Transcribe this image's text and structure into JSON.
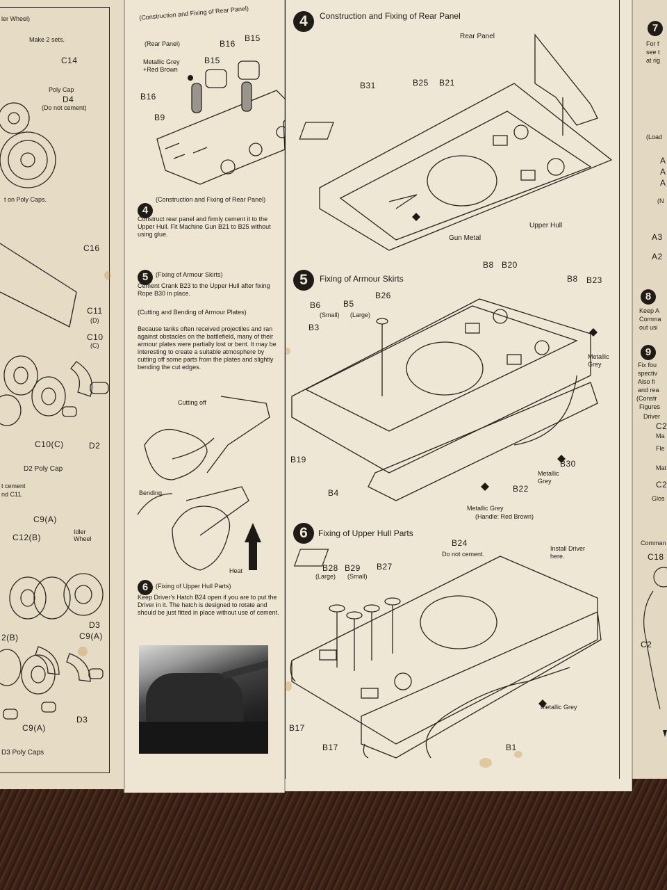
{
  "left_panel": {
    "labels": [
      "ler Wheel)",
      "Make 2 sets.",
      "C14",
      "Poly Cap",
      "D4",
      "(Do not cement)",
      "t on Poly Caps.",
      "C16",
      "C11",
      "(D)",
      "C10",
      "(C)",
      "C10(C)",
      "D2",
      "D2 Poly Cap",
      "t cement",
      "nd C11.",
      "C9(A)",
      "C12(B)",
      "Idler",
      "Wheel",
      "D3",
      "2(B)",
      "C9(A)",
      "D3",
      "C9(A)",
      "D3 Poly Caps"
    ]
  },
  "middle_panel": {
    "top_title": "(Construction and Fixing of Rear Panel)",
    "top_sub": "(Rear Panel)",
    "paint": "Metallic Grey +Red Brown",
    "parts": [
      "B16",
      "B15",
      "B15",
      "B16",
      "B9"
    ],
    "step4": {
      "num": "4",
      "title": "(Construction and Fixing of Rear Panel)",
      "body": "Construct rear panel and firmly cement it to the Upper Hull. Fit Machine Gun B21 to B25 without using glue."
    },
    "step5": {
      "num": "5",
      "title": "(Fixing of Armour Skirts)",
      "body": "Cement Crank B23 to the Upper Hull after fixing Rope B30 in place.",
      "sub_title": "(Cutting and Bending of Armour Plates)",
      "sub_body": "Because tanks often received projectiles and ran against obstacles on the battlefield, many of their armour plates were partially lost or bent. It may be interesting to create a suitable atmosphere by cutting off some parts from the plates and slightly bending the cut edges.",
      "cutting_label": "Cutting off",
      "bending_label": "Bending",
      "heat_label": "Heat"
    },
    "step6": {
      "num": "6",
      "title": "(Fixing of Upper Hull Parts)",
      "body": "Keep Driver's Hatch B24 open if you are to put the Driver in it. The hatch is designed to rotate and should be just fitted in place without use of cement."
    }
  },
  "right_panel": {
    "step4": {
      "num": "4",
      "title": "Construction and Fixing of Rear Panel",
      "labels": [
        "Rear Panel",
        "B31",
        "B25",
        "B21",
        "Gun Metal",
        "Upper Hull"
      ]
    },
    "step5": {
      "num": "5",
      "title": "Fixing of Armour Skirts",
      "labels": [
        "B8",
        "B20",
        "B8",
        "B23",
        "B6",
        "B5",
        "B26",
        "(Small)",
        "(Large)",
        "B3",
        "Metallic Grey",
        "B19",
        "B30",
        "Metallic Grey",
        "B4",
        "B22",
        "Metallic Grey",
        "(Handle: Red Brown)"
      ]
    },
    "step6": {
      "num": "6",
      "title": "Fixing of Upper Hull Parts",
      "labels": [
        "B24",
        "Do not cement.",
        "Install Driver here.",
        "B28",
        "B29",
        "B27",
        "(Large)",
        "(Small)",
        "B17",
        "Metallic Grey",
        "B17",
        "B1"
      ]
    }
  },
  "far_right": {
    "num7": "7",
    "fragments": [
      "For f",
      "see t",
      "at rig",
      "(Load",
      "A",
      "A",
      "A",
      "(N",
      "A3",
      "A2",
      "Keep A",
      "Comma",
      "out usi",
      "Fix fou",
      "spectiv",
      "Also fi",
      "and rea",
      "(Constr",
      "Figures",
      "Driver",
      "C2",
      "Ma",
      "Fle",
      "Mat",
      "C2",
      "Glos",
      "Comman",
      "C18",
      "C2"
    ],
    "num8": "8",
    "num9": "9"
  }
}
